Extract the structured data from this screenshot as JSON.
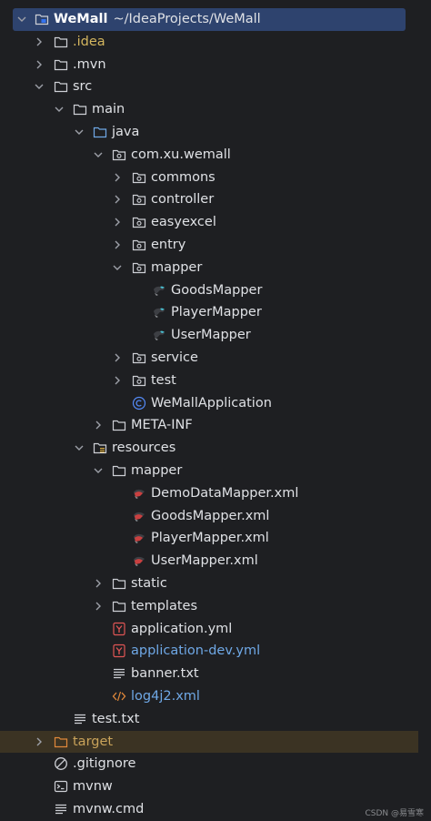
{
  "project": {
    "name": "WeMall",
    "path": "~/IdeaProjects/WeMall"
  },
  "items": [
    {
      "label": ".idea"
    },
    {
      "label": ".mvn"
    },
    {
      "label": "src"
    },
    {
      "label": "main"
    },
    {
      "label": "java"
    },
    {
      "label": "com.xu.wemall"
    },
    {
      "label": "commons"
    },
    {
      "label": "controller"
    },
    {
      "label": "easyexcel"
    },
    {
      "label": "entry"
    },
    {
      "label": "mapper"
    },
    {
      "label": "GoodsMapper"
    },
    {
      "label": "PlayerMapper"
    },
    {
      "label": "UserMapper"
    },
    {
      "label": "service"
    },
    {
      "label": "test"
    },
    {
      "label": "WeMallApplication"
    },
    {
      "label": "META-INF"
    },
    {
      "label": "resources"
    },
    {
      "label": "mapper"
    },
    {
      "label": "DemoDataMapper.xml"
    },
    {
      "label": "GoodsMapper.xml"
    },
    {
      "label": "PlayerMapper.xml"
    },
    {
      "label": "UserMapper.xml"
    },
    {
      "label": "static"
    },
    {
      "label": "templates"
    },
    {
      "label": "application.yml"
    },
    {
      "label": "application-dev.yml"
    },
    {
      "label": "banner.txt"
    },
    {
      "label": "log4j2.xml"
    },
    {
      "label": "test.txt"
    },
    {
      "label": "target"
    },
    {
      "label": ".gitignore"
    },
    {
      "label": "mvnw"
    },
    {
      "label": "mvnw.cmd"
    }
  ],
  "colors": {
    "background": "#1e1f22",
    "selection": "#2e436e",
    "excluded_row": "#3b3323",
    "text": "#dfe1e5",
    "vcs_ignored": "#d4b65f",
    "vcs_added": "#6fa8e6"
  },
  "watermark": "CSDN @易雪寒"
}
